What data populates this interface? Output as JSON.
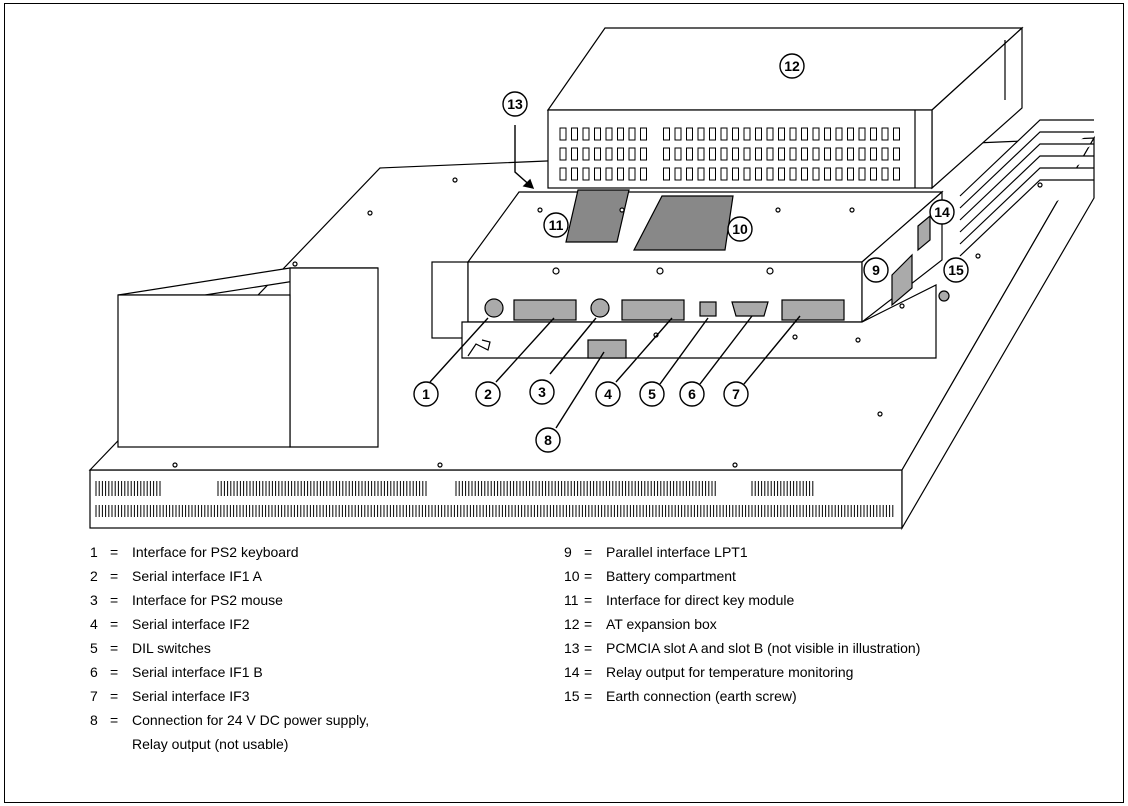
{
  "callouts": [
    "1",
    "2",
    "3",
    "4",
    "5",
    "6",
    "7",
    "8",
    "9",
    "10",
    "11",
    "12",
    "13",
    "14",
    "15"
  ],
  "legend_left": [
    {
      "num": "1",
      "eq": "=",
      "text": "Interface for PS2 keyboard"
    },
    {
      "num": "2",
      "eq": "=",
      "text": "Serial interface IF1 A"
    },
    {
      "num": "3",
      "eq": "=",
      "text": "Interface for PS2 mouse"
    },
    {
      "num": "4",
      "eq": "=",
      "text": "Serial interface IF2"
    },
    {
      "num": "5",
      "eq": "=",
      "text": "DIL switches"
    },
    {
      "num": "6",
      "eq": "=",
      "text": "Serial interface IF1 B"
    },
    {
      "num": "7",
      "eq": "=",
      "text": "Serial interface IF3"
    },
    {
      "num": "8",
      "eq": "=",
      "text": "Connection for 24 V DC power supply,",
      "cont": "Relay output (not usable)"
    }
  ],
  "legend_right": [
    {
      "num": "9",
      "eq": "=",
      "text": "Parallel interface LPT1"
    },
    {
      "num": "10",
      "eq": "=",
      "text": "Battery compartment"
    },
    {
      "num": "11",
      "eq": "=",
      "text": "Interface for direct key module"
    },
    {
      "num": "12",
      "eq": "=",
      "text": "AT expansion box"
    },
    {
      "num": "13",
      "eq": "=",
      "text": "PCMCIA slot A and slot B (not visible in illustration)"
    },
    {
      "num": "14",
      "eq": "=",
      "text": "Relay output for temperature monitoring"
    },
    {
      "num": "15",
      "eq": "=",
      "text": "Earth connection (earth screw)"
    }
  ]
}
